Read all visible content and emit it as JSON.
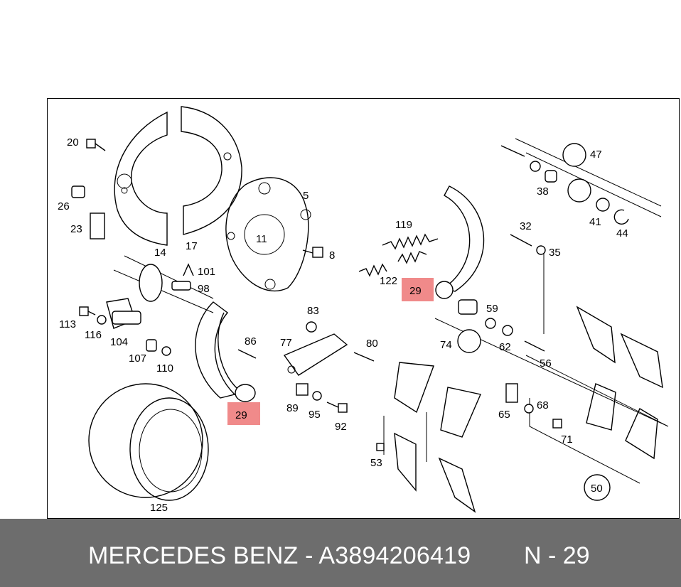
{
  "footer": {
    "brand_part": "MERCEDES BENZ - A3894206419",
    "ref": "N - 29"
  },
  "highlight_color": "#f08a8a",
  "labels": [
    "20",
    "26",
    "23",
    "14",
    "17",
    "5",
    "11",
    "8",
    "101",
    "98",
    "113",
    "116",
    "104",
    "107",
    "110",
    "86",
    "29",
    "29",
    "119",
    "122",
    "32",
    "35",
    "47",
    "38",
    "41",
    "44",
    "83",
    "77",
    "80",
    "89",
    "95",
    "92",
    "59",
    "74",
    "62",
    "56",
    "65",
    "68",
    "71",
    "53",
    "50",
    "125"
  ]
}
